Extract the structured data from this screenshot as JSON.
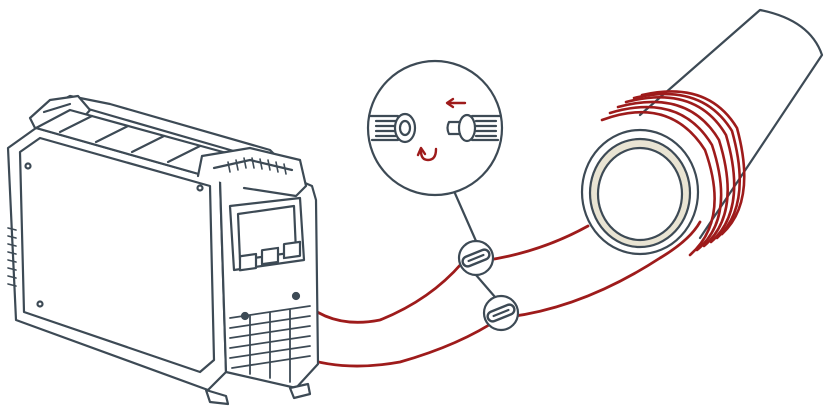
{
  "diagram": {
    "colors": {
      "outline": "#3d4a55",
      "cable": "#9e1b1b",
      "tube_face": "#e9e4d3",
      "background": "#ffffff"
    },
    "components": [
      {
        "id": "power-unit",
        "icon": "induction-heater-machine-icon"
      },
      {
        "id": "cable-pair",
        "icon": "heating-cable-icon"
      },
      {
        "id": "connector-detail",
        "icon": "quick-connector-magnified-icon",
        "arrows": [
          "push-left-arrow",
          "twist-lock-arrow"
        ]
      },
      {
        "id": "coil-on-pipe",
        "icon": "induction-coil-on-pipe-icon"
      }
    ]
  }
}
